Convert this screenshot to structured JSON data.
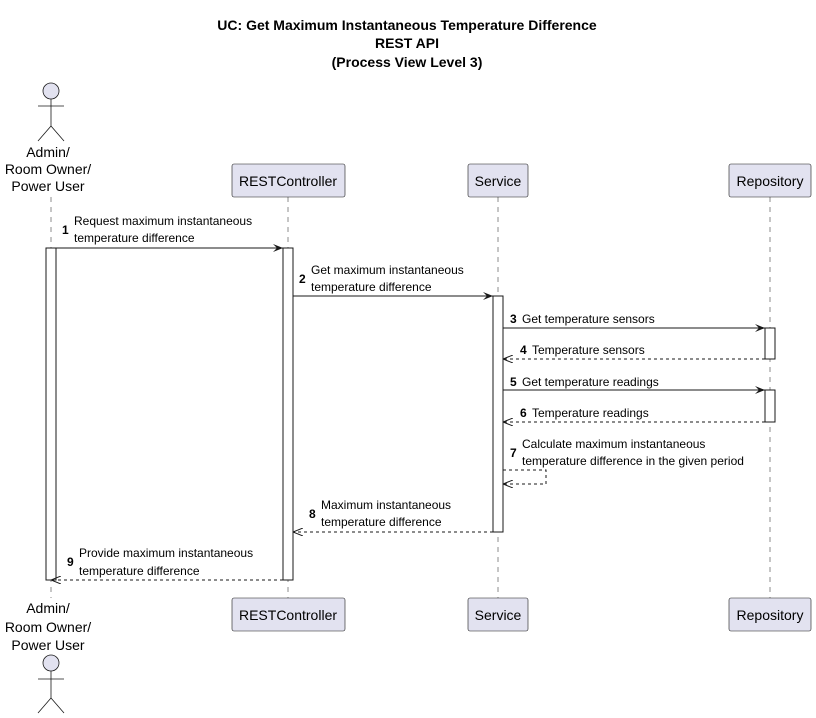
{
  "title": [
    "UC: Get Maximum Instantaneous Temperature Difference",
    "REST API",
    "(Process View Level 3)"
  ],
  "actor": {
    "label": [
      "Admin/",
      "Room Owner/",
      "Power User"
    ]
  },
  "participants": [
    "RESTController",
    "Service",
    "Repository"
  ],
  "messages": [
    {
      "num": "1",
      "lines": [
        "Request maximum instantaneous",
        "temperature difference"
      ],
      "style": "solid"
    },
    {
      "num": "2",
      "lines": [
        "Get maximum instantaneous",
        "temperature difference"
      ],
      "style": "solid"
    },
    {
      "num": "3",
      "lines": [
        "Get temperature sensors"
      ],
      "style": "solid"
    },
    {
      "num": "4",
      "lines": [
        "Temperature sensors"
      ],
      "style": "dashed"
    },
    {
      "num": "5",
      "lines": [
        "Get temperature readings"
      ],
      "style": "solid"
    },
    {
      "num": "6",
      "lines": [
        "Temperature readings"
      ],
      "style": "dashed"
    },
    {
      "num": "7",
      "lines": [
        "Calculate maximum instantaneous",
        "temperature difference in the given period"
      ],
      "style": "dashed"
    },
    {
      "num": "8",
      "lines": [
        "Maximum instantaneous",
        "temperature difference"
      ],
      "style": "dashed"
    },
    {
      "num": "9",
      "lines": [
        "Provide maximum instantaneous",
        "temperature difference"
      ],
      "style": "dashed"
    }
  ],
  "colors": {
    "participant_fill": "#e2e2f0",
    "stroke": "#181818"
  }
}
